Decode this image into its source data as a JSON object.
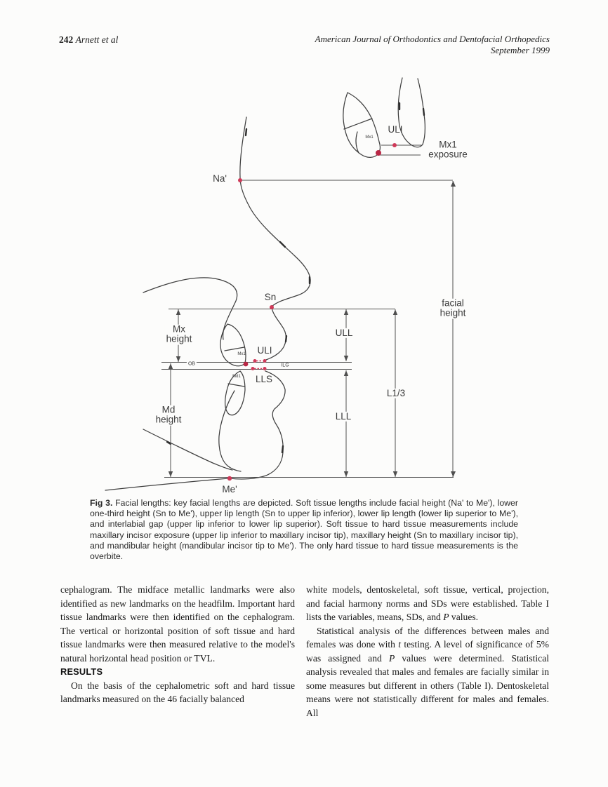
{
  "header": {
    "page_number": "242",
    "authors": "Arnett et al",
    "journal": "American Journal of Orthodontics and Dentofacial Orthopedics",
    "issue": "September 1999"
  },
  "figure": {
    "colors": {
      "landmark_dot": "#cf3a59",
      "tracing_line": "#3f3f3f",
      "measure_line": "#4f4f4f"
    },
    "labels": {
      "na": "Na'",
      "sn": "Sn",
      "me": "Me'",
      "uli_inset": "ULI",
      "mx1_inset": "Mx1",
      "mx1_exposure": "Mx1\nexposure",
      "uli": "ULI",
      "lls": "LLS",
      "ilg": "ILG",
      "ob": "OB",
      "mx1_tooth": "Mx1",
      "md1_tooth": "Md1",
      "mx_height": "Mx\nheight",
      "md_height": "Md\nheight",
      "ull": "ULL",
      "lll": "LLL",
      "l13": "L1/3",
      "facial_height": "facial\nheight"
    },
    "caption": {
      "tag": "Fig 3.",
      "text": " Facial lengths: key facial lengths are depicted. Soft tissue lengths include facial height (Na' to Me'), lower one-third height (Sn to Me'), upper lip length (Sn to upper lip inferior), lower lip length (lower lip superior to Me'), and interlabial gap (upper lip inferior to lower lip superior). Soft tissue to hard tissue measurements include maxillary incisor exposure (upper lip inferior to maxillary incisor tip), maxillary height (Sn to maxillary incisor tip), and mandibular height (mandibular incisor tip to Me'). The only hard tissue to hard tissue measurements is the overbite."
    }
  },
  "body": {
    "left": {
      "p1": "cephalogram. The midface metallic landmarks were also identified as new landmarks on the headfilm. Important hard tissue landmarks were then identified on the cephalogram. The vertical or horizontal position of soft tissue and hard tissue landmarks were then measured relative to the model's natural horizontal head position or TVL.",
      "heading": "RESULTS",
      "p2": "On the basis of the cephalometric soft and hard tissue landmarks measured on the 46 facially balanced"
    },
    "right": {
      "p1a": "white models, dentoskeletal, soft tissue, vertical, projection, and facial harmony norms and SDs were established. Table I lists the variables, means, SDs, and ",
      "p1i": "P",
      "p1b": " values.",
      "p2a": "Statistical analysis of the differences between males and females was done with ",
      "p2i1": "t",
      "p2b": " testing. A level of significance of 5% was assigned and ",
      "p2i2": "P",
      "p2c": " values were determined. Statistical analysis revealed that males and females are facially similar in some measures but different in others (Table I). Dentoskeletal means were not statistically different for males and females. All"
    }
  }
}
